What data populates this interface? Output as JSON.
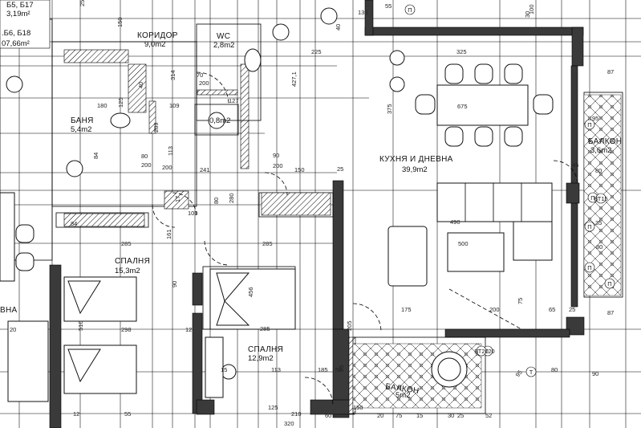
{
  "rooms": {
    "corridor": {
      "name": "КОРИДОР",
      "area": "9,0m2"
    },
    "wc": {
      "name": "WC",
      "area": "2,8m2"
    },
    "bath": {
      "name": "БАНЯ",
      "area": "5,4m2"
    },
    "closet": {
      "area": "0,8m2"
    },
    "kitchen": {
      "name": "КУХНЯ И ДНЕВНА",
      "area": "39,9m2"
    },
    "balcony_right": {
      "name": "БАЛКОН",
      "area": "3,6m2"
    },
    "bedroom_left": {
      "name": "СПАЛНЯ",
      "area": "15,3m2"
    },
    "bedroom_mid": {
      "name": "СПАЛНЯ",
      "area": "12,9m2"
    },
    "balcony_bottom": {
      "name": "БАЛКОН",
      "area": "5m2"
    }
  },
  "neighbor": {
    "area_top": "3,19m²",
    "units": ".Б6, Б18",
    "area_total": "07,66m²",
    "label_partial": "ВНА",
    "top_units": "Б5, Б17"
  },
  "dimensions": [
    "150",
    "25",
    "130",
    "55",
    "100",
    "40",
    "225",
    "325",
    "70",
    "200",
    "314",
    "127",
    "180",
    "109",
    "125",
    "289",
    "427,1",
    "675",
    "375",
    "84",
    "113",
    "200",
    "90",
    "200",
    "241",
    "150",
    "25",
    "80",
    "200",
    "80",
    "280",
    "84",
    "490",
    "500",
    "285",
    "161",
    "285",
    "175",
    "200",
    "65",
    "25",
    "87",
    "87",
    "30",
    "95",
    "75",
    "298",
    "285",
    "510",
    "456",
    "90",
    "12",
    "113",
    "185",
    "50",
    "80",
    "205",
    "25",
    "20",
    "15",
    "12",
    "55",
    "210",
    "60",
    "75",
    "15",
    "30",
    "25",
    "52",
    "95",
    "90",
    "80",
    "35",
    "80",
    "45",
    "40",
    "17",
    "100",
    "125",
    "320",
    "150",
    "20"
  ],
  "markers": [
    "П",
    "П",
    "П",
    "П",
    "П",
    "П",
    "Т",
    "ВТ20",
    "ВТ15",
    "ВТ20"
  ]
}
